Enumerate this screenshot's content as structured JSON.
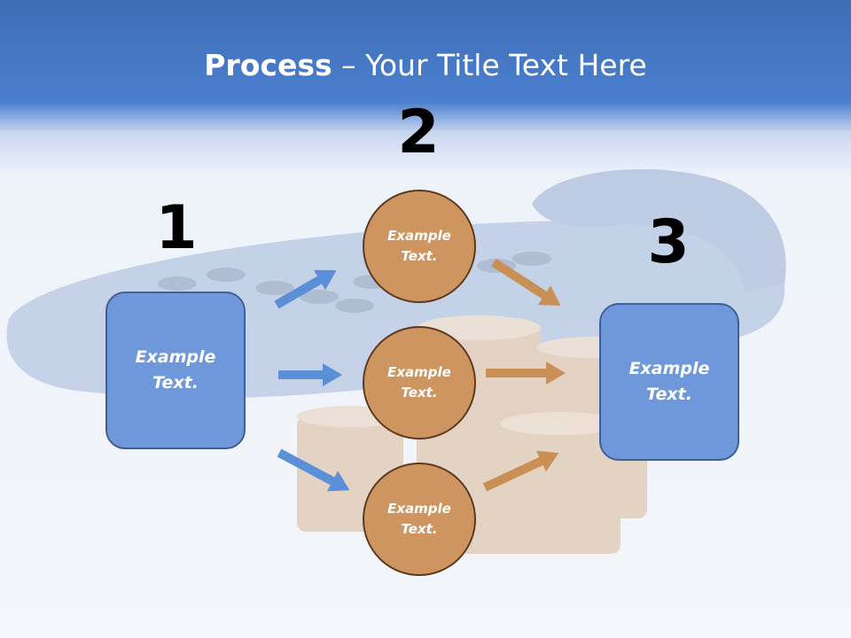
{
  "slide": {
    "title_bold": "Process",
    "title_rest": " – Your Title Text Here"
  },
  "steps": {
    "one": {
      "number": "1",
      "label": "Example\nText."
    },
    "two": {
      "number": "2",
      "items": [
        {
          "label": "Example\nText."
        },
        {
          "label": "Example\nText."
        },
        {
          "label": "Example\nText."
        }
      ]
    },
    "three": {
      "number": "3",
      "label": "Example\nText."
    }
  },
  "colors": {
    "header_blue": "#4a7fcf",
    "box_blue": "#6f98db",
    "circle_orange": "#cf9560",
    "arrow_blue": "#5b8fd8",
    "arrow_orange": "#c98f55"
  }
}
